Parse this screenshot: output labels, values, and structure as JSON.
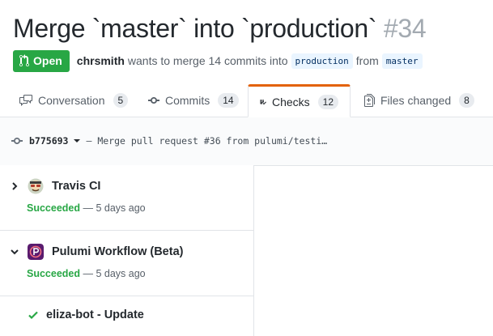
{
  "pr": {
    "title": "Merge `master` into `production`",
    "number": "#34",
    "state": "Open",
    "author": "chrsmith",
    "merge_text": "wants to merge 14 commits into",
    "base_branch": "production",
    "from_text": "from",
    "head_branch": "master"
  },
  "tabs": [
    {
      "label": "Conversation",
      "count": "5",
      "icon": "comment-discussion-icon"
    },
    {
      "label": "Commits",
      "count": "14",
      "icon": "git-commit-icon"
    },
    {
      "label": "Checks",
      "count": "12",
      "icon": "checklist-icon",
      "selected": true
    },
    {
      "label": "Files changed",
      "count": "8",
      "icon": "file-diff-icon"
    }
  ],
  "commit": {
    "sha": "b775693",
    "message": "— Merge pull request #36 from pulumi/testi…"
  },
  "check_suites": [
    {
      "name": "Travis CI",
      "status": "Succeeded",
      "time": "— 5 days ago",
      "expanded": false,
      "icon": "travis-ci-logo-icon"
    },
    {
      "name": "Pulumi Workflow (Beta)",
      "status": "Succeeded",
      "time": "— 5 days ago",
      "expanded": true,
      "icon": "pulumi-logo-icon"
    }
  ],
  "check_runs": [
    {
      "name": "eliza-bot - Update",
      "icon": "check-icon"
    }
  ],
  "colors": {
    "open_green": "#28a745",
    "tab_accent": "#e36209",
    "branch_bg": "#eaf5ff"
  }
}
